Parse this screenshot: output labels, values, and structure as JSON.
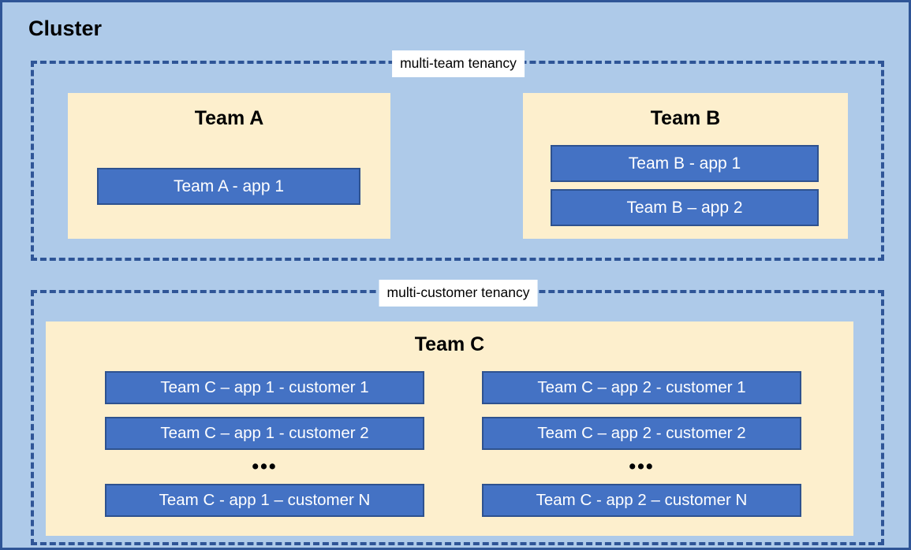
{
  "diagram": {
    "title": "Cluster",
    "background_color": "#aecae9",
    "accent_color": "#2f5597",
    "app_color": "#4472c4",
    "team_color": "#fdefcd"
  },
  "tenancy_groups": [
    {
      "id": "multi-team",
      "label": "multi-team tenancy",
      "teams": [
        {
          "id": "team-a",
          "heading": "Team A",
          "apps": [
            {
              "id": "team-a-app-1",
              "label": "Team A - app 1"
            }
          ]
        },
        {
          "id": "team-b",
          "heading": "Team B",
          "apps": [
            {
              "id": "team-b-app-1",
              "label": "Team B - app 1"
            },
            {
              "id": "team-b-app-2",
              "label": "Team B – app 2"
            }
          ]
        }
      ]
    },
    {
      "id": "multi-customer",
      "label": "multi-customer tenancy",
      "teams": [
        {
          "id": "team-c",
          "heading": "Team C",
          "columns": [
            {
              "id": "team-c-app-1",
              "apps": [
                {
                  "label": "Team C – app 1 - customer 1"
                },
                {
                  "label": "Team C – app 1 - customer 2"
                },
                {
                  "label": "Team C - app 1 – customer N"
                }
              ],
              "ellipsis": "•••"
            },
            {
              "id": "team-c-app-2",
              "apps": [
                {
                  "label": "Team C – app 2 - customer 1"
                },
                {
                  "label": "Team C – app 2 - customer 2"
                },
                {
                  "label": "Team C - app 2 – customer N"
                }
              ],
              "ellipsis": "•••"
            }
          ]
        }
      ]
    }
  ]
}
